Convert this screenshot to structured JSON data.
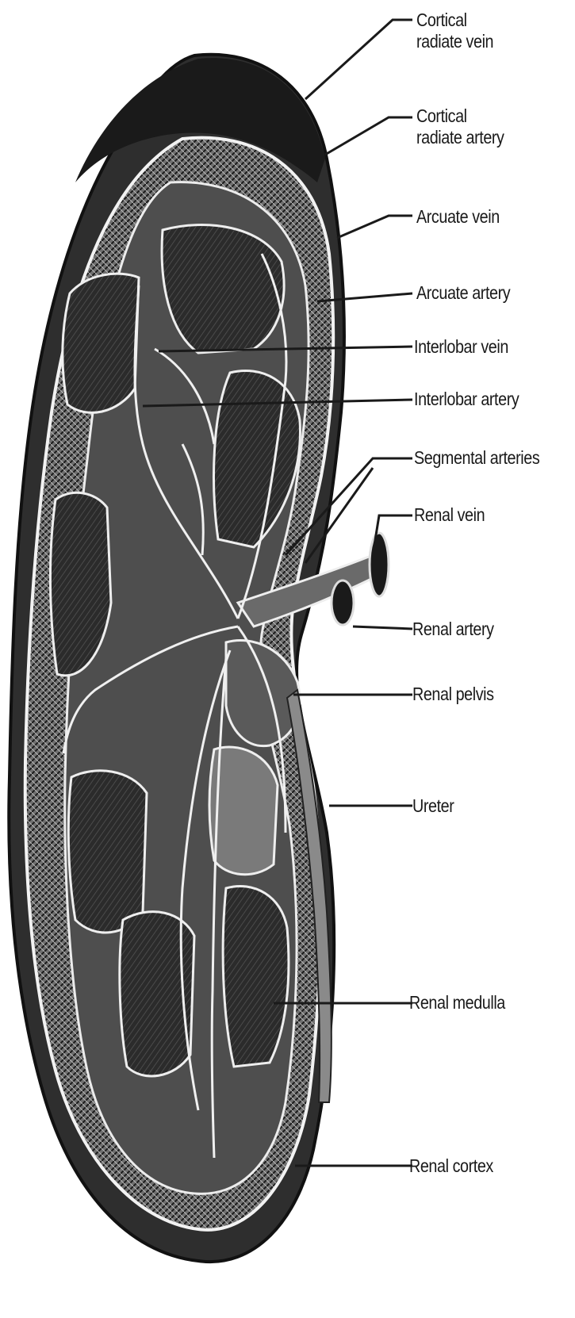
{
  "labels": {
    "cortical_radiate_vein": "Cortical radiate vein",
    "cortical_radiate_artery": "Cortical radiate artery",
    "arcuate_vein": "Arcuate vein",
    "arcuate_artery": "Arcuate artery",
    "interlobar_vein": "Interlobar vein",
    "interlobar_artery": "Interlobar artery",
    "segmental_arteries": "Segmental arteries",
    "renal_vein": "Renal vein",
    "renal_artery": "Renal artery",
    "renal_pelvis": "Renal pelvis",
    "ureter": "Ureter",
    "renal_medulla": "Renal medulla",
    "renal_cortex": "Renal cortex"
  }
}
